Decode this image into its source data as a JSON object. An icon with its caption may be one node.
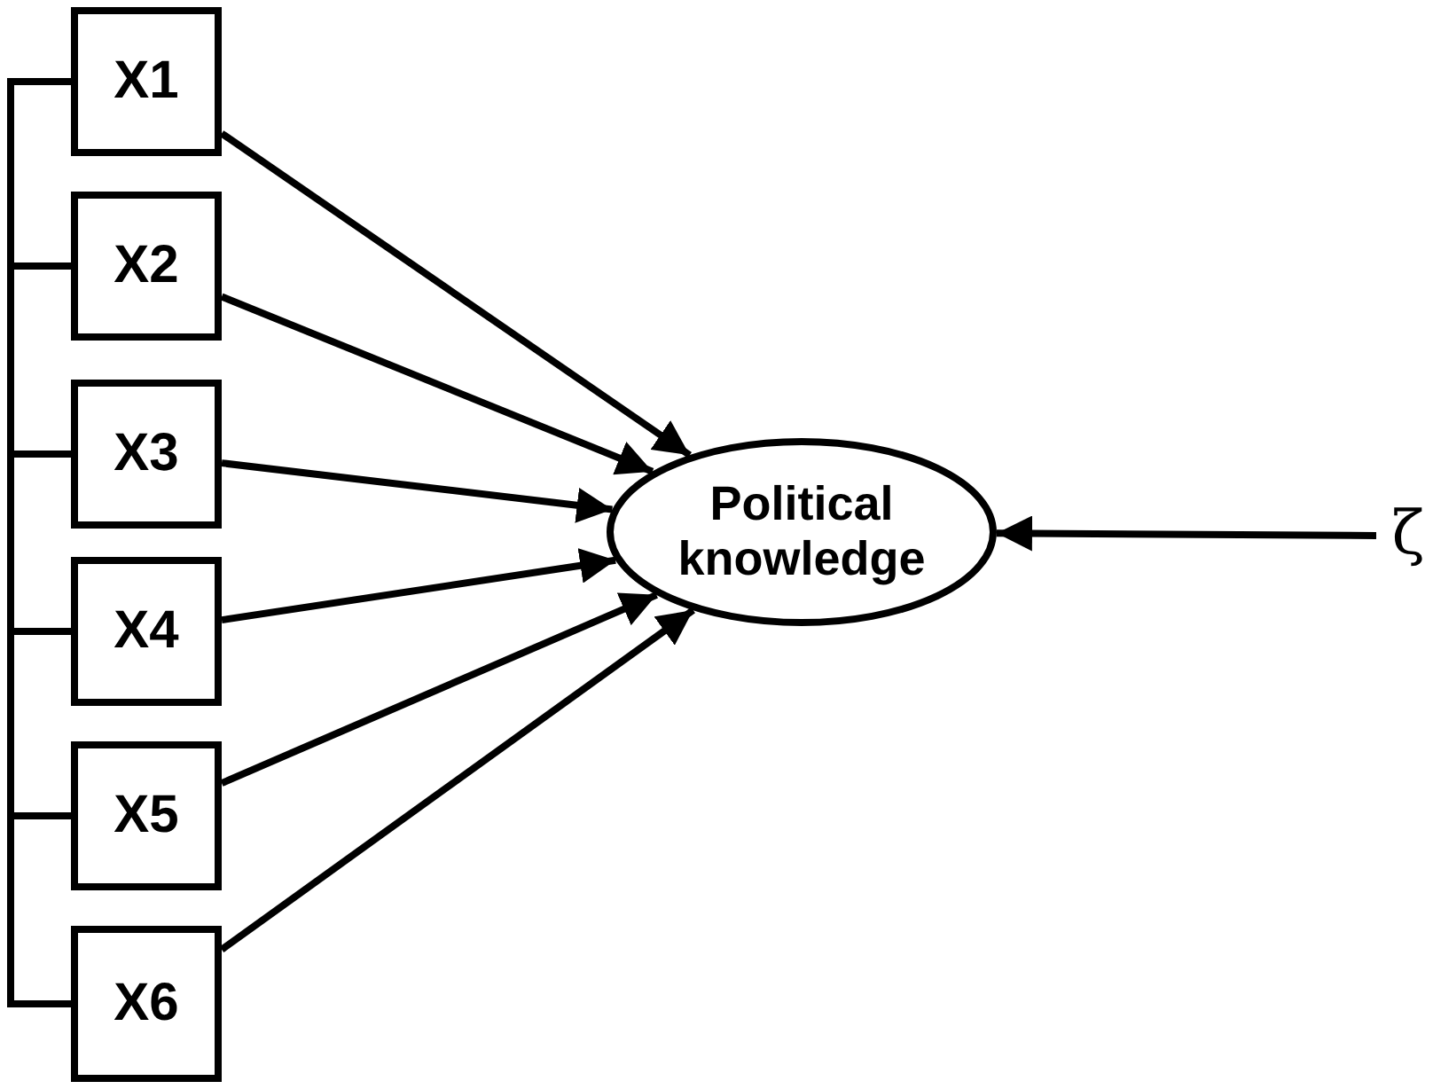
{
  "diagram": {
    "nodes": [
      {
        "text": [
          "X1"
        ]
      },
      {
        "text": [
          "X2"
        ]
      },
      {
        "text": [
          "X3"
        ]
      },
      {
        "text": [
          "X4"
        ]
      },
      {
        "text": [
          "X5"
        ]
      },
      {
        "text": [
          "X6"
        ]
      },
      {
        "text": [
          "Political knowledge"
        ]
      },
      {
        "text": [
          "ζ"
        ]
      }
    ],
    "edges": [
      {
        "from": 0,
        "to": 6,
        "arrow": "to"
      },
      {
        "from": 1,
        "to": 6,
        "arrow": "to"
      },
      {
        "from": 2,
        "to": 6,
        "arrow": "to"
      },
      {
        "from": 3,
        "to": 6,
        "arrow": "to"
      },
      {
        "from": 4,
        "to": 6,
        "arrow": "to"
      },
      {
        "from": 5,
        "to": 6,
        "arrow": "to"
      },
      {
        "from": 7,
        "to": 6,
        "arrow": "to"
      },
      {
        "from": 0,
        "to": 1,
        "arrow": "none"
      },
      {
        "from": 1,
        "to": 2,
        "arrow": "none"
      },
      {
        "from": 2,
        "to": 3,
        "arrow": "none"
      },
      {
        "from": 3,
        "to": 4,
        "arrow": "none"
      },
      {
        "from": 4,
        "to": 5,
        "arrow": "none"
      }
    ]
  }
}
